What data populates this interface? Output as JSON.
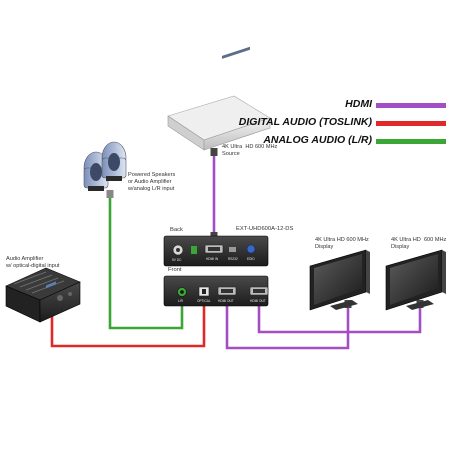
{
  "legend": [
    {
      "label": "HDMI",
      "color": "#a24fc5"
    },
    {
      "label": "DIGITAL AUDIO (TOSLINK)",
      "color": "#e02a2a"
    },
    {
      "label": "ANALOG AUDIO (L/R)",
      "color": "#3aa635"
    }
  ],
  "labels": {
    "source": "4K Ultra  HD 600 MHz\nSource",
    "speakers": "Powered Speakers\nor Audio Amplifier\nw/analog L/R input",
    "amplifier": "Audio Amplifier\nw/ optical-digital input",
    "display1": "4K Ultra HD 600 MHz\nDisplay",
    "display2": "4K Ultra HD  600 MHz\nDisplay"
  },
  "device": {
    "model": "EXT-UHD600A-12-DS",
    "back_label": "Back",
    "front_label": "Front"
  },
  "ports": {
    "back": [
      "5V DC",
      "HDMI IN",
      "RS232",
      "EDID"
    ],
    "front": [
      "L/R",
      "OPTICAL",
      "HDMI OUT",
      "HDMI OUT"
    ]
  },
  "icons": [
    "source-player-icon",
    "speaker-pair-icon",
    "av-amplifier-icon",
    "display-icon",
    "display-icon"
  ]
}
